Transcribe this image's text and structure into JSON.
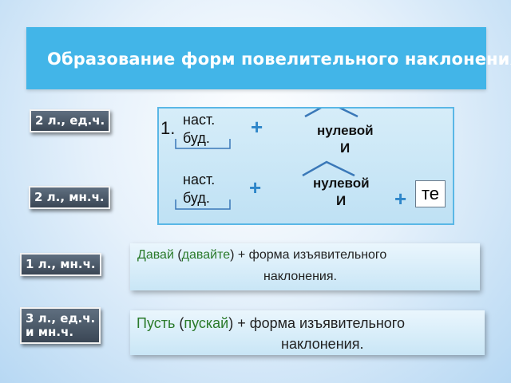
{
  "title": "Образование форм повелительного наклонения",
  "labels": {
    "sg2": "2 л., ед.ч.",
    "pl2": "2 л., мн.ч.",
    "pl1": "1 л., мн.ч.",
    "sg3_line1": "3 л., ед.ч.",
    "sg3_line2": "и мн.ч."
  },
  "panel": {
    "number": "1.",
    "row1": {
      "stem_line1": "наст.",
      "stem_line2": "буд.",
      "plus": "+",
      "suffix_word": "нулевой",
      "suffix_letter": "И"
    },
    "row2": {
      "stem_line1": "наст.",
      "stem_line2": "буд.",
      "plus": "+",
      "suffix_word": "нулевой",
      "suffix_letter": "И",
      "plus2": "+",
      "ending": "те"
    }
  },
  "rule1": {
    "word1": "Давай",
    "open": " (",
    "word2": "давайте",
    "rest": ") + форма изъявительного",
    "line2": "наклонения."
  },
  "rule2": {
    "word1": "Пусть",
    "open": " (",
    "word2": "пускай",
    "rest": ") + форма изъявительного",
    "line2": "наклонения."
  },
  "colors": {
    "title_bg": "#42b5e8",
    "accent_word": "#2a7a2a",
    "plus": "#2e86c9",
    "panel_border": "#5ab7e6"
  }
}
